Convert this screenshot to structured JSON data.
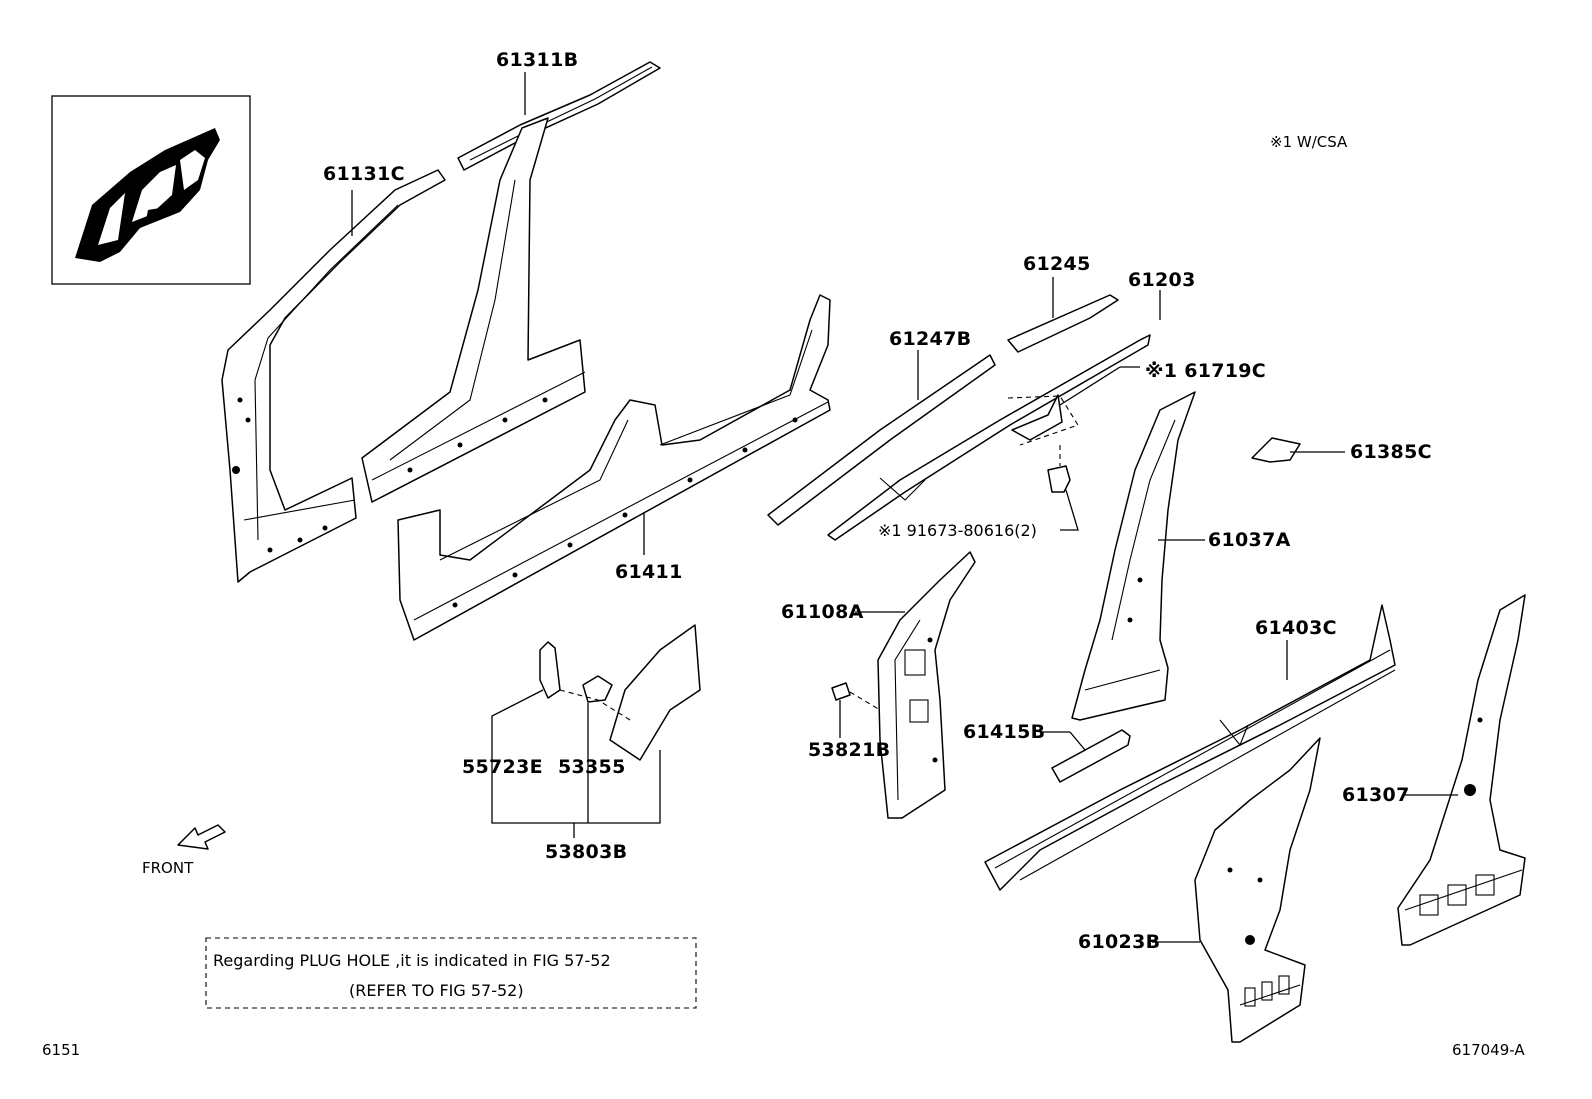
{
  "legend": {
    "w_csa": "※1 W/CSA"
  },
  "labels": {
    "p61311B": "61311B",
    "p61131C": "61131C",
    "p61411": "61411",
    "p61245": "61245",
    "p61203": "61203",
    "p61247B": "61247B",
    "p61719C": "※1 61719C",
    "p61385C": "61385C",
    "p91673": "※1 91673-80616(2)",
    "p61037A": "61037A",
    "p61108A": "61108A",
    "p61403C": "61403C",
    "p53821B": "53821B",
    "p61415B": "61415B",
    "p55723E": "55723E",
    "p53355": "53355",
    "p53803B": "53803B",
    "p61307": "61307",
    "p61023B": "61023B"
  },
  "front_label": "FRONT",
  "note": {
    "line1": "Regarding PLUG HOLE ,it is indicated in FIG 57-52",
    "line2": "(REFER TO FIG 57-52)"
  },
  "footer": {
    "left": "6151",
    "right": "617049-A"
  }
}
